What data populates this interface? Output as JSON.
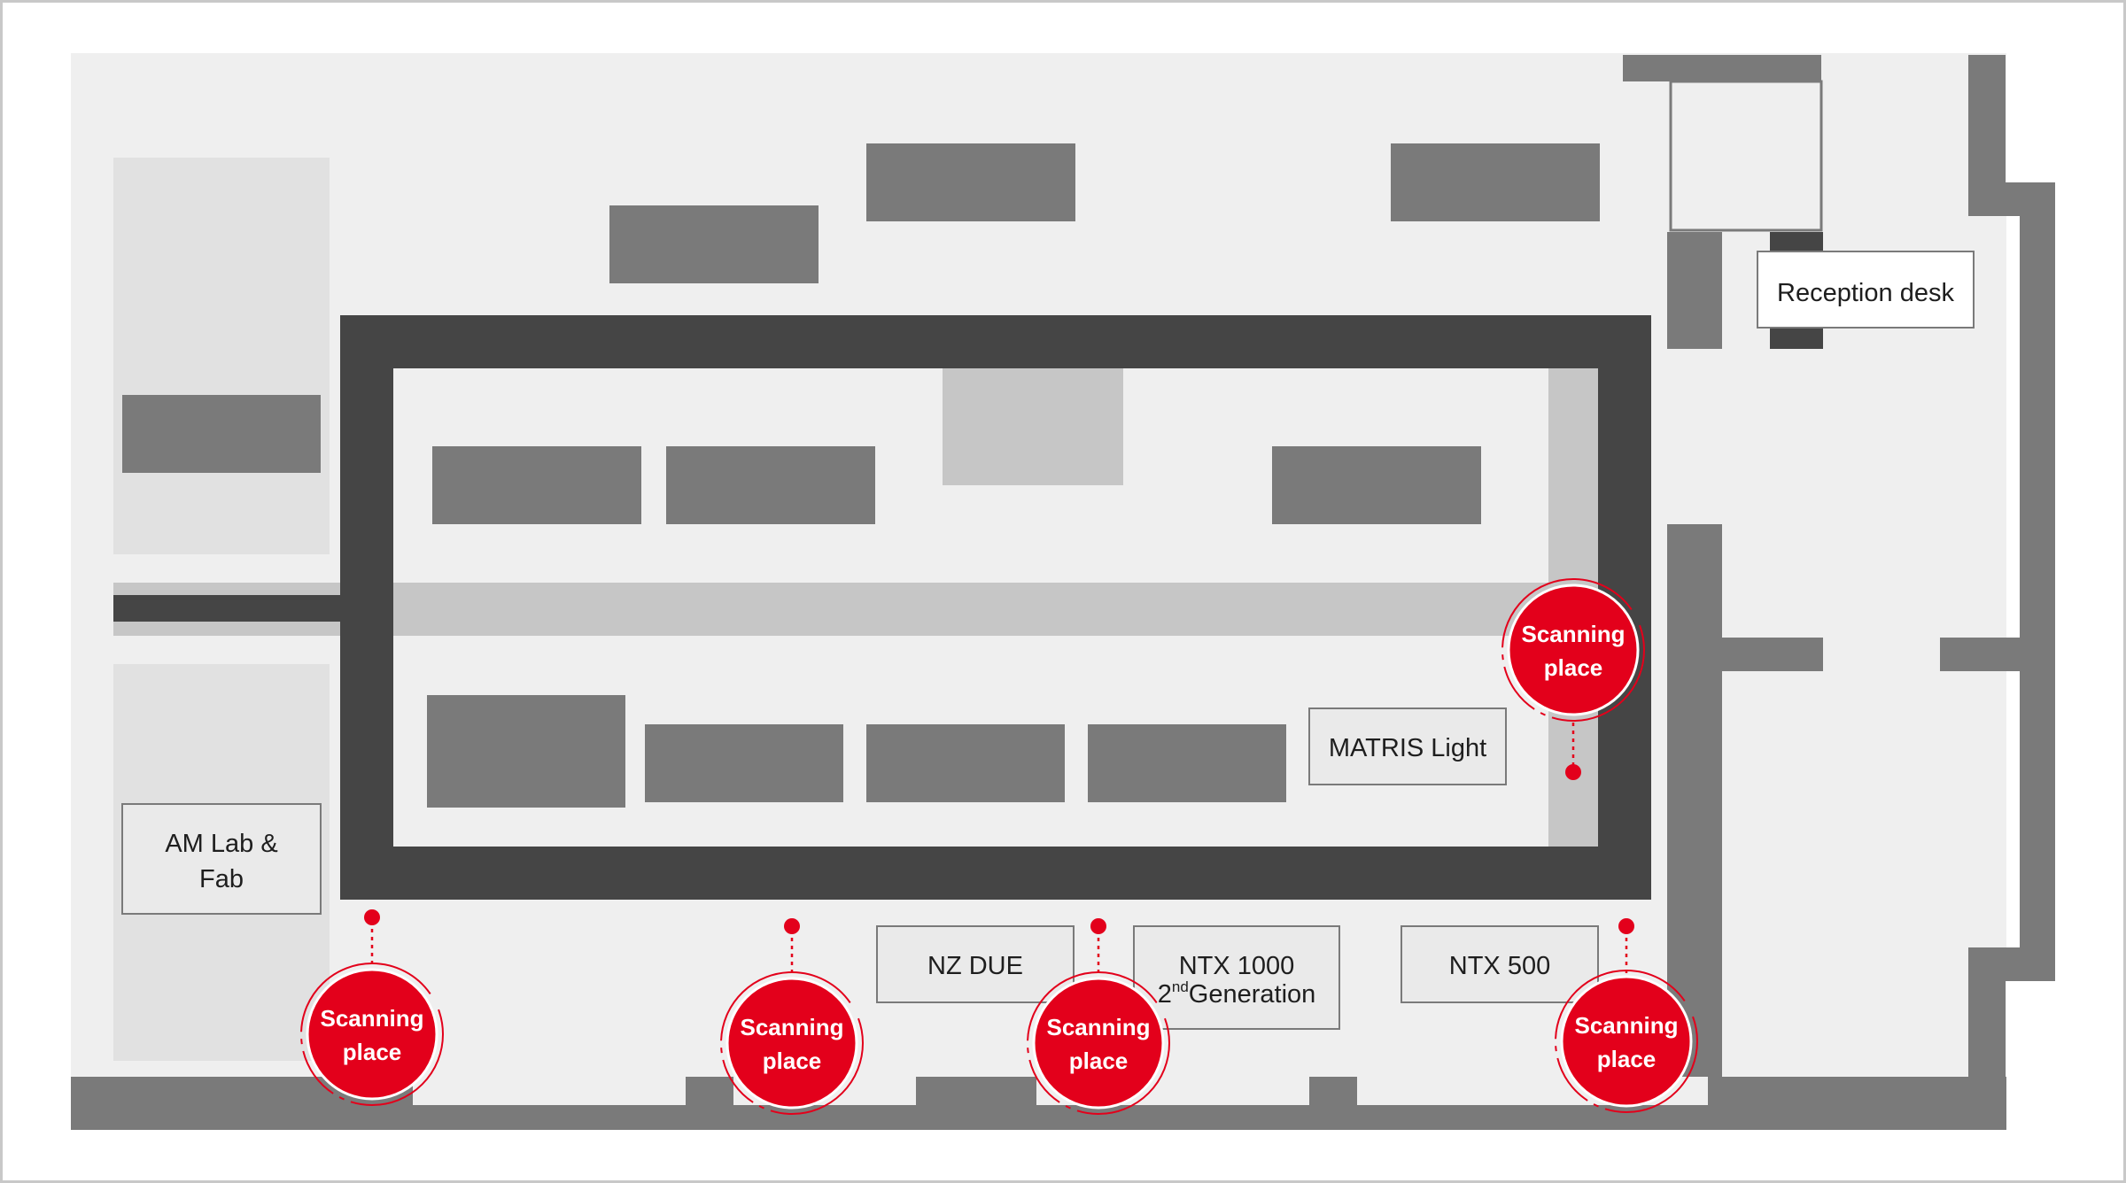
{
  "labels": {
    "reception": "Reception desk",
    "matris": "MATRIS Light",
    "am_lab_line1": "AM Lab  &",
    "am_lab_line2": "Fab",
    "nz_due": "NZ DUE",
    "ntx1000_line1": "NTX 1000",
    "ntx1000_line2_base": "2",
    "ntx1000_line2_sup": "nd",
    "ntx1000_line2_rest": "Generation",
    "ntx500": "NTX 500"
  },
  "markers": [
    {
      "line1": "Scanning",
      "line2": "place"
    },
    {
      "line1": "Scanning",
      "line2": "place"
    },
    {
      "line1": "Scanning",
      "line2": "place"
    },
    {
      "line1": "Scanning",
      "line2": "place"
    },
    {
      "line1": "Scanning",
      "line2": "place"
    }
  ],
  "colors": {
    "accent": "#e3001b",
    "wall": "#7a7a7a",
    "core": "#454545",
    "floor": "#efefef"
  }
}
